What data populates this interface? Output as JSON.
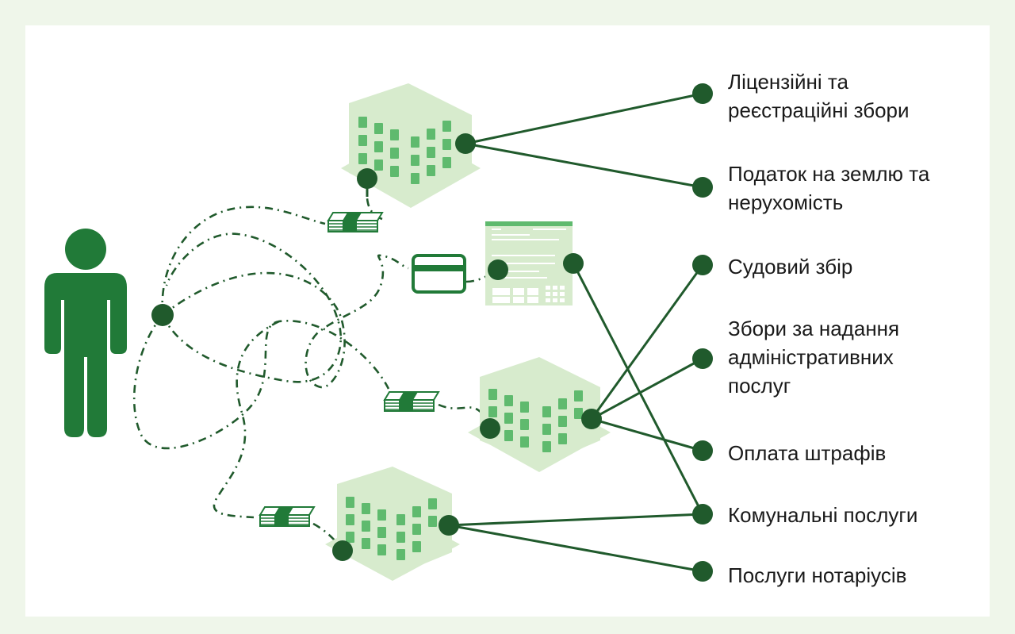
{
  "colors": {
    "dark_green": "#205a2c",
    "figure_green": "#217a38",
    "light_green": "#d7ebcd",
    "window_green": "#5fba6e",
    "background": "#eff6ea",
    "panel": "#ffffff"
  },
  "icons": {
    "person": "person-icon",
    "building": "building-icon",
    "money": "banknote-stack-icon",
    "card": "credit-card-icon",
    "invoice": "payment-form-icon"
  },
  "labels": [
    {
      "key": "license",
      "lines": [
        "Ліцензійні та",
        "реєстраційні збори"
      ]
    },
    {
      "key": "land_tax",
      "lines": [
        "Податок на землю та",
        "нерухомість"
      ]
    },
    {
      "key": "court_fee",
      "lines": [
        "Судовий збір"
      ]
    },
    {
      "key": "admin_fees",
      "lines": [
        "Збори за надання",
        "адміністративних",
        "послуг"
      ]
    },
    {
      "key": "fines",
      "lines": [
        "Оплата штрафів"
      ]
    },
    {
      "key": "utilities",
      "lines": [
        "Комунальні послуги"
      ]
    },
    {
      "key": "notary",
      "lines": [
        "Послуги нотаріусів"
      ]
    }
  ]
}
